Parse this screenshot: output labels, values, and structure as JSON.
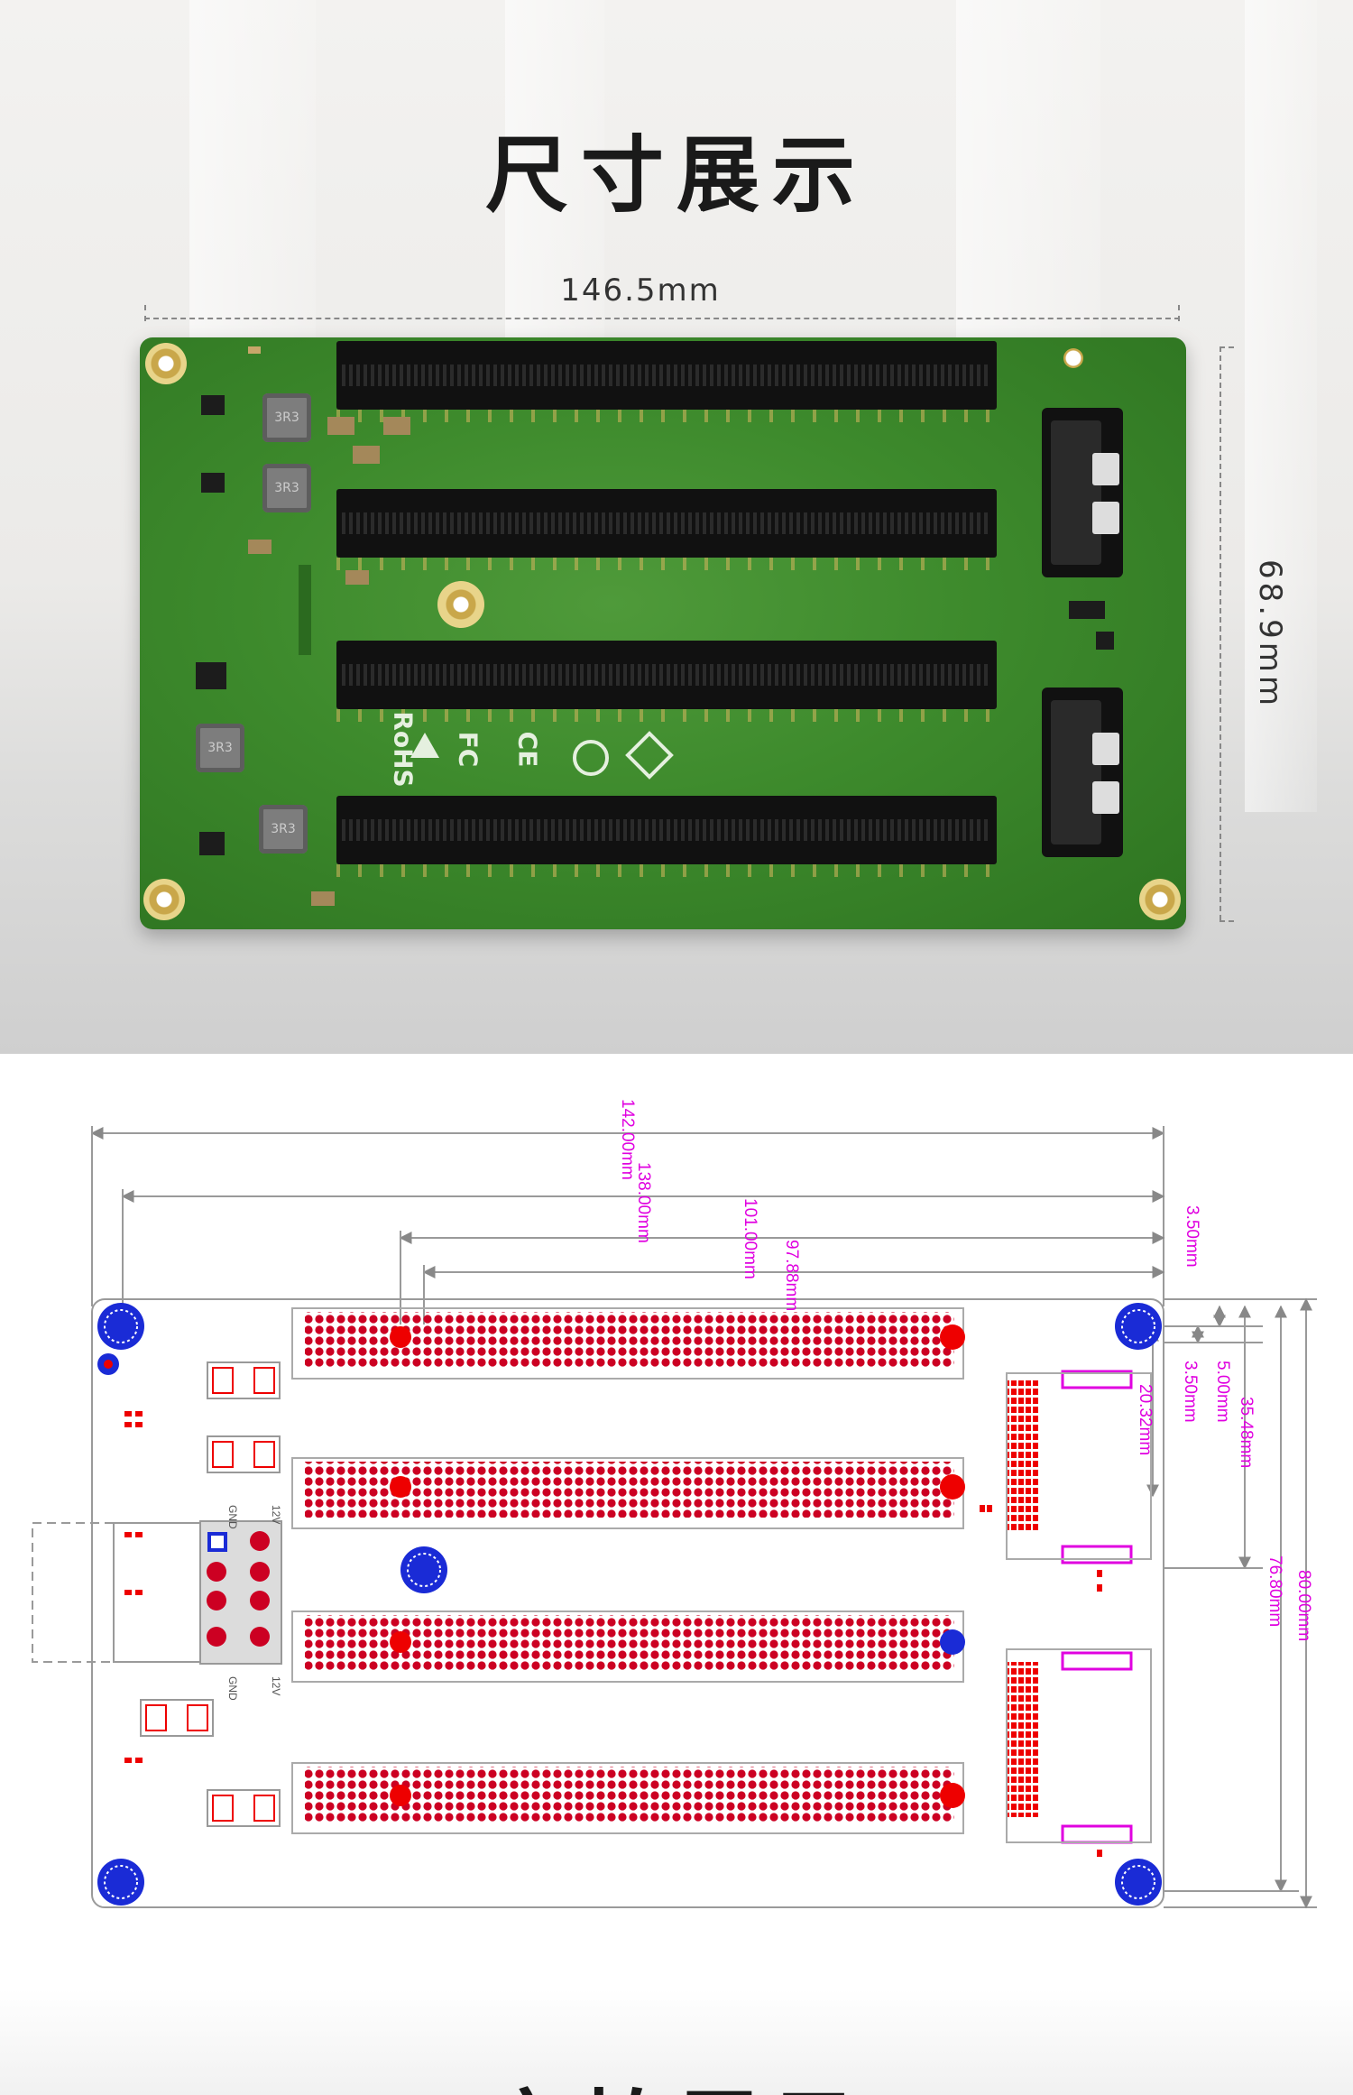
{
  "section_title": "尺寸展示",
  "photo": {
    "width_label": "146.5mm",
    "height_label": "68.9mm",
    "inductor_label": "3R3",
    "cert_marks": [
      "RoHS",
      "FC",
      "CE"
    ]
  },
  "drawing": {
    "dims": {
      "d142": "142.00mm",
      "d138": "138.00mm",
      "d101": "101.00mm",
      "d97": "97.88mm",
      "d3_5a": "3.50mm",
      "d3_5b": "3.50mm",
      "d5": "5.00mm",
      "d20": "20.32mm",
      "d35": "35.48mm",
      "d80": "80.00mm",
      "d76": "76.80mm"
    },
    "labels": {
      "gnd": "GND",
      "v12": "12V"
    },
    "colors": {
      "dim": "#e000e0",
      "pad": "#cc0022",
      "via": "#1a2bd6",
      "outline": "#9a9a9a"
    }
  },
  "next_section_title": "实拍展示"
}
